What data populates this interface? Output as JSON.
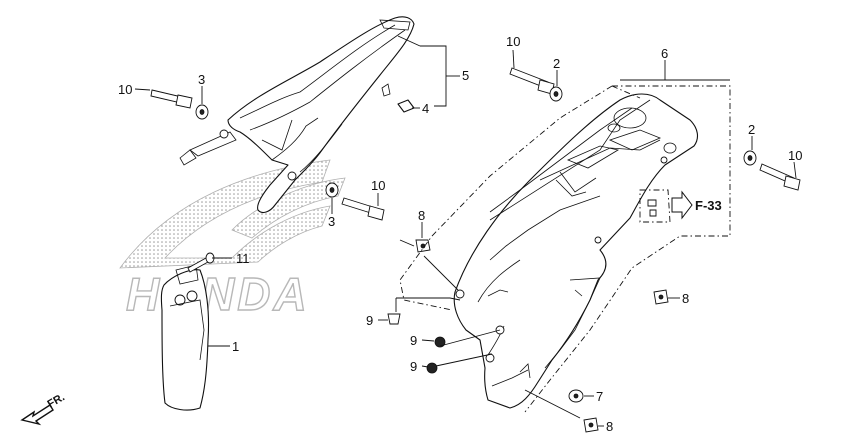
{
  "diagram": {
    "callouts": [
      {
        "id": "c10a",
        "text": "10"
      },
      {
        "id": "c3a",
        "text": "3"
      },
      {
        "id": "c5",
        "text": "5"
      },
      {
        "id": "c4",
        "text": "4"
      },
      {
        "id": "c3b",
        "text": "3"
      },
      {
        "id": "c10b",
        "text": "10"
      },
      {
        "id": "c11",
        "text": "11"
      },
      {
        "id": "c1",
        "text": "1"
      },
      {
        "id": "c10c",
        "text": "10"
      },
      {
        "id": "c2a",
        "text": "2"
      },
      {
        "id": "c6",
        "text": "6"
      },
      {
        "id": "c2b",
        "text": "2"
      },
      {
        "id": "c10d",
        "text": "10"
      },
      {
        "id": "c8a",
        "text": "8"
      },
      {
        "id": "c8b",
        "text": "8"
      },
      {
        "id": "c9a",
        "text": "9"
      },
      {
        "id": "c9b",
        "text": "9"
      },
      {
        "id": "c9c",
        "text": "9"
      },
      {
        "id": "c7",
        "text": "7"
      },
      {
        "id": "c8c",
        "text": "8"
      }
    ],
    "reference_label": "F-33",
    "direction_label": "FR.",
    "watermark": "HONDA",
    "colors": {
      "line": "#111111",
      "watermark": "#b8b8b8",
      "background": "#ffffff"
    }
  }
}
